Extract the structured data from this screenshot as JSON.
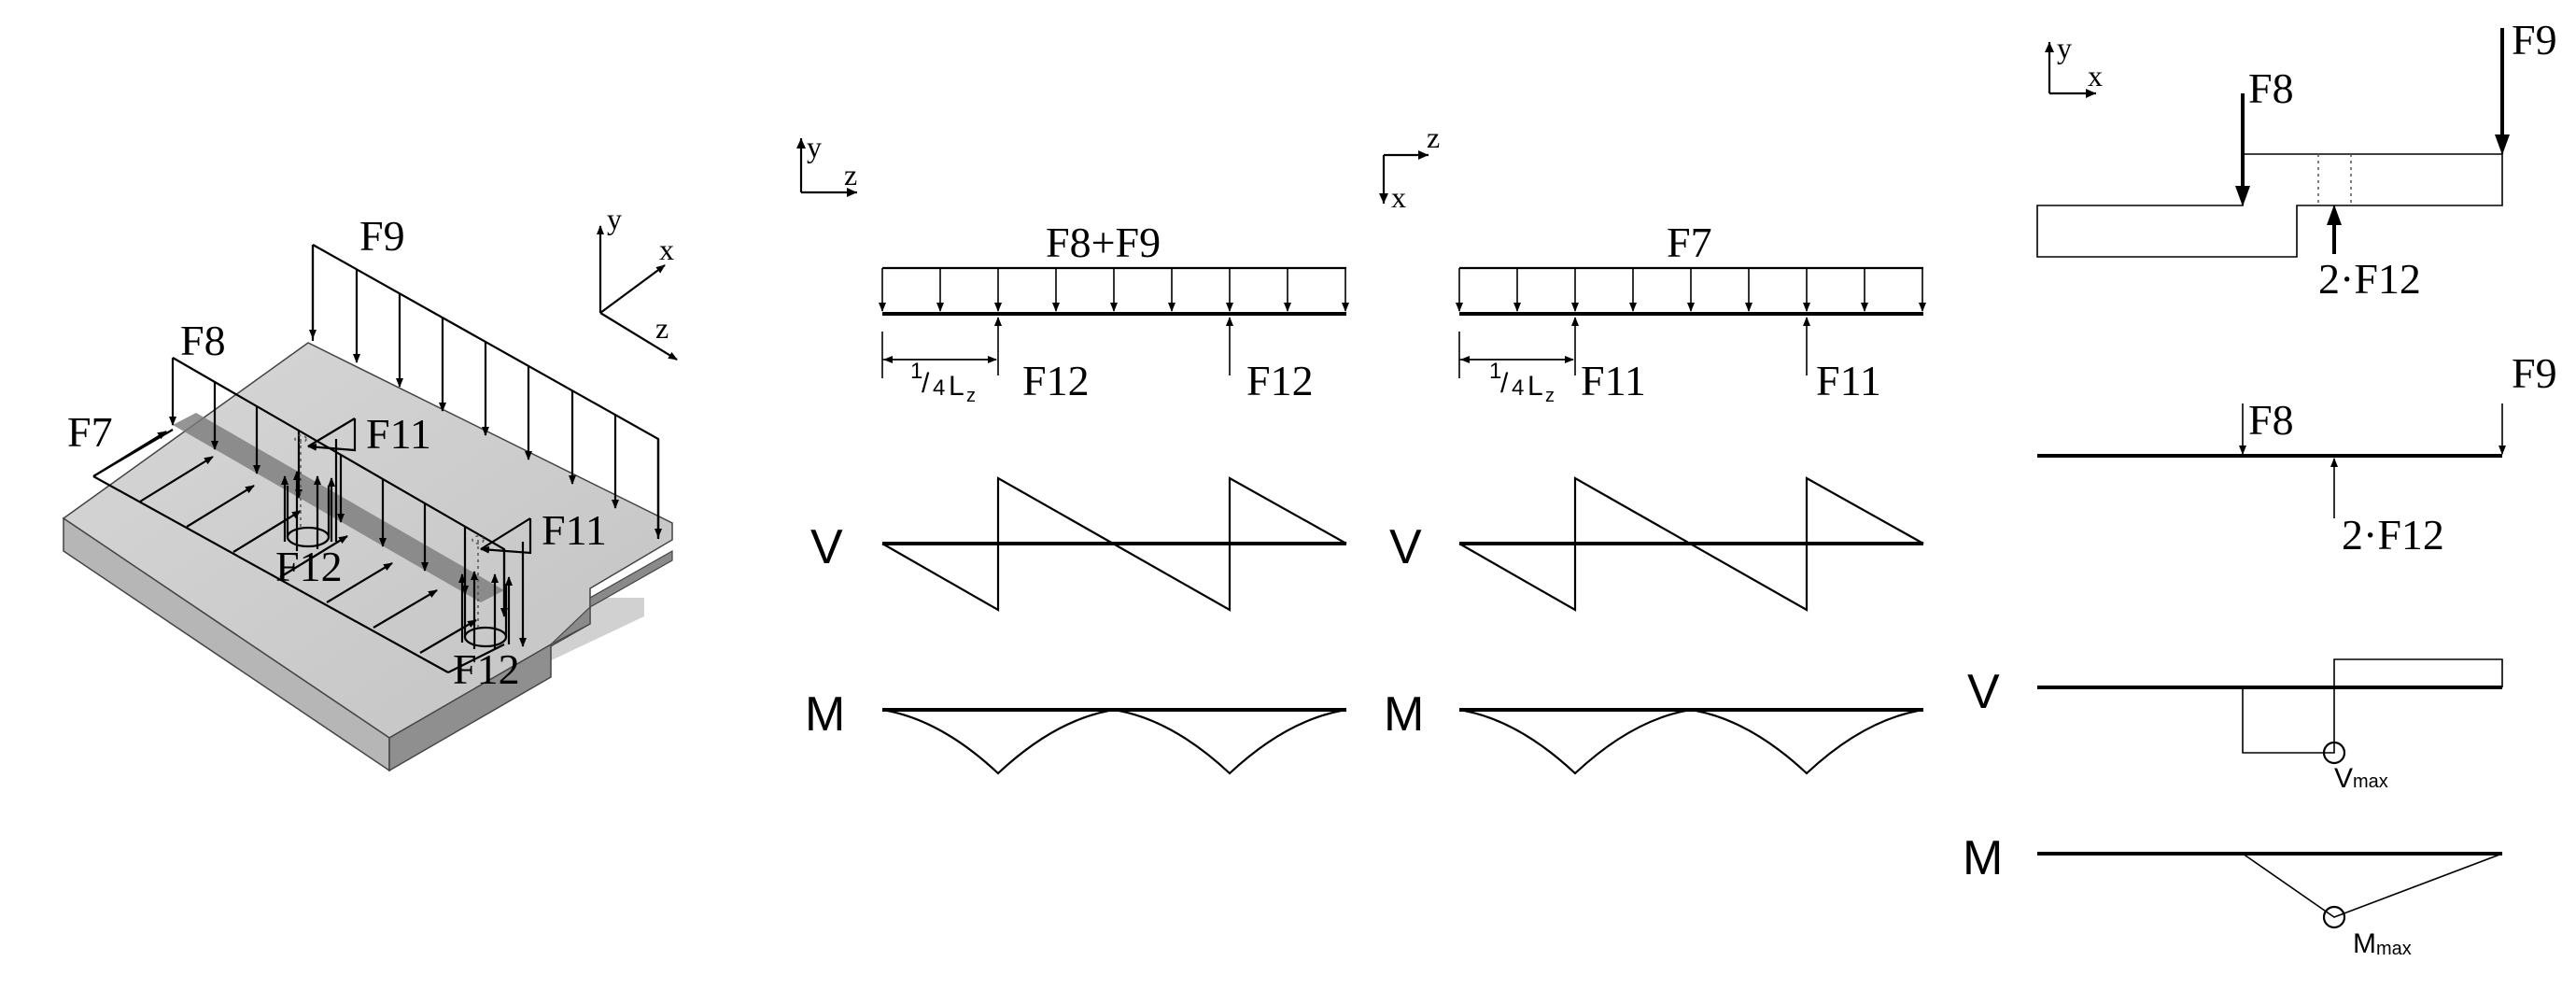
{
  "axes": {
    "iso": {
      "y": "y",
      "x": "x",
      "z": "z"
    },
    "beam_yz": {
      "y": "y",
      "z": "z"
    },
    "beam_zx": {
      "z": "z",
      "x": "x"
    },
    "section_yx": {
      "y": "y",
      "x": "x"
    }
  },
  "iso_labels": {
    "F7": "F7",
    "F8": "F8",
    "F9": "F9",
    "F11_top": "F11",
    "F11_mid": "F11",
    "F12_mid": "F12",
    "F12_bot": "F12"
  },
  "beam1": {
    "load_label": "F8+F9",
    "dim_frac": "1",
    "dim_den": "4",
    "dim_L": "L",
    "dim_sub": "z",
    "support_left": "F12",
    "support_right": "F12"
  },
  "beam2": {
    "load_label": "F7",
    "dim_frac": "1",
    "dim_den": "4",
    "dim_L": "L",
    "dim_sub": "z",
    "support_left": "F11",
    "support_right": "F11"
  },
  "section": {
    "F8": "F8",
    "F9": "F9",
    "support": "2·F12"
  },
  "section_beam": {
    "F8": "F8",
    "F9": "F9",
    "support": "2·F12"
  },
  "diagram_labels": {
    "V1": "V",
    "M1": "M",
    "V2": "V",
    "M2": "M",
    "V3": "V",
    "M3": "M",
    "vmax": "V",
    "vmax_sub": "max",
    "mmax": "M",
    "mmax_sub": "max"
  }
}
